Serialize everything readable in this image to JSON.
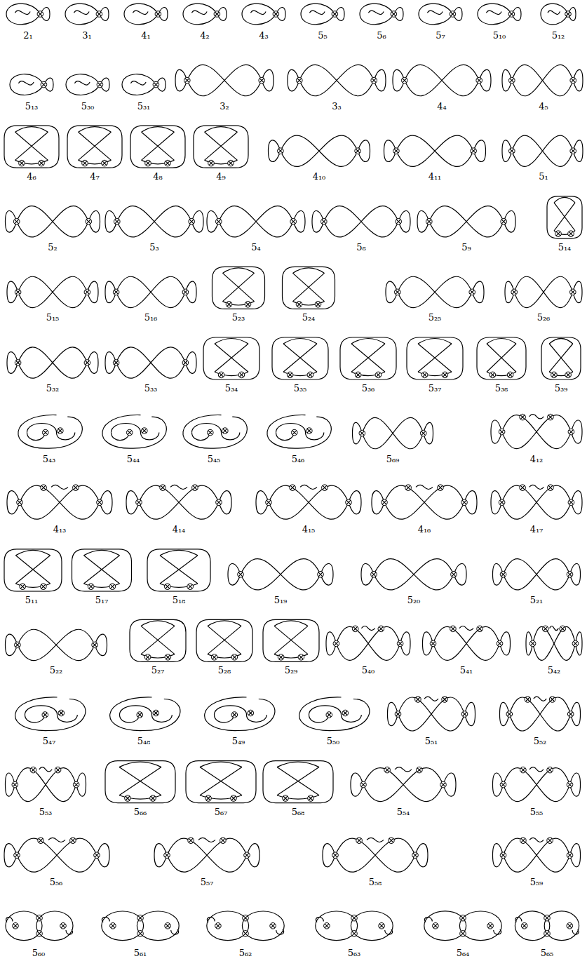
{
  "diagram": {
    "labels": [
      "2₁",
      "3₁",
      "4₁",
      "4₂",
      "4₃",
      "5₅",
      "5₆",
      "5₇",
      "5₁₀",
      "5₁₂",
      "5₁₃",
      "5₃₀",
      "5₃₁",
      "3₂",
      "3₃",
      "4₄",
      "4₅",
      "4₆",
      "4₇",
      "4₈",
      "4₉",
      "4₁₀",
      "4₁₁",
      "5₁",
      "5₂",
      "5₃",
      "5₄",
      "5₈",
      "5₉",
      "5₁₄",
      "5₁₅",
      "5₁₆",
      "5₂₃",
      "5₂₄",
      "5₂₅",
      "5₂₆",
      "5₃₂",
      "5₃₃",
      "5₃₄",
      "5₃₅",
      "5₃₆",
      "5₃₇",
      "5₃₈",
      "5₃₉",
      "5₄₃",
      "5₄₄",
      "5₄₅",
      "5₄₆",
      "5₆₉",
      "4₁₂",
      "4₁₃",
      "4₁₄",
      "4₁₅",
      "4₁₆",
      "4₁₇",
      "5₁₁",
      "5₁₇",
      "5₁₈",
      "5₁₉",
      "5₂₀",
      "5₂₁",
      "5₂₂",
      "5₂₇",
      "5₂₈",
      "5₂₉",
      "5₄₀",
      "5₄₁",
      "5₄₂",
      "5₄₇",
      "5₄₈",
      "5₄₉",
      "5₅₀",
      "5₅₁",
      "5₅₂",
      "5₅₃",
      "5₆₆",
      "5₆₇",
      "5₆₈",
      "5₅₄",
      "5₅₅",
      "5₅₆",
      "5₅₇",
      "5₅₈",
      "5₅₉",
      "5₆₀",
      "5₆₁",
      "5₆₂",
      "5₆₃",
      "5₆₄",
      "5₆₅"
    ]
  }
}
